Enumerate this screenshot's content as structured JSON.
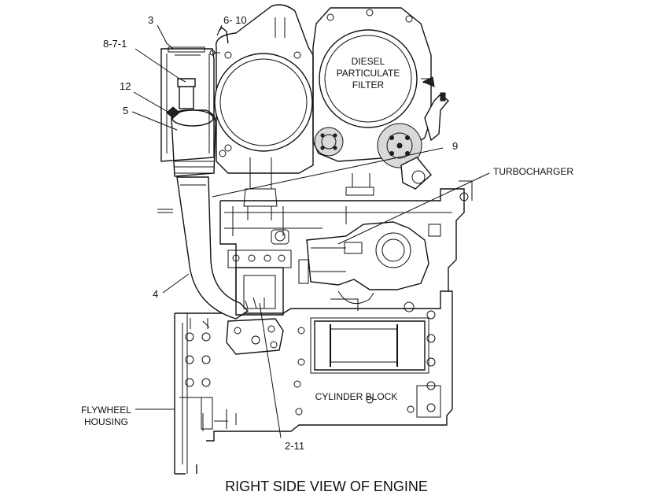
{
  "caption": "RIGHT SIDE VIEW OF ENGINE",
  "callouts": {
    "c3": "3",
    "c6_10": "6- 10",
    "c8_7_1": "8-7-1",
    "c12": "12",
    "c5": "5",
    "c9": "9",
    "c4": "4",
    "c2_11": "2-11"
  },
  "labels": {
    "dpf_line1": "DIESEL",
    "dpf_line2": "PARTICULATE",
    "dpf_line3": "FILTER",
    "turbocharger": "TURBOCHARGER",
    "flywheel_line1": "FLYWHEEL",
    "flywheel_line2": "HOUSING",
    "cylinder_block": "CYLINDER BLOCK"
  }
}
